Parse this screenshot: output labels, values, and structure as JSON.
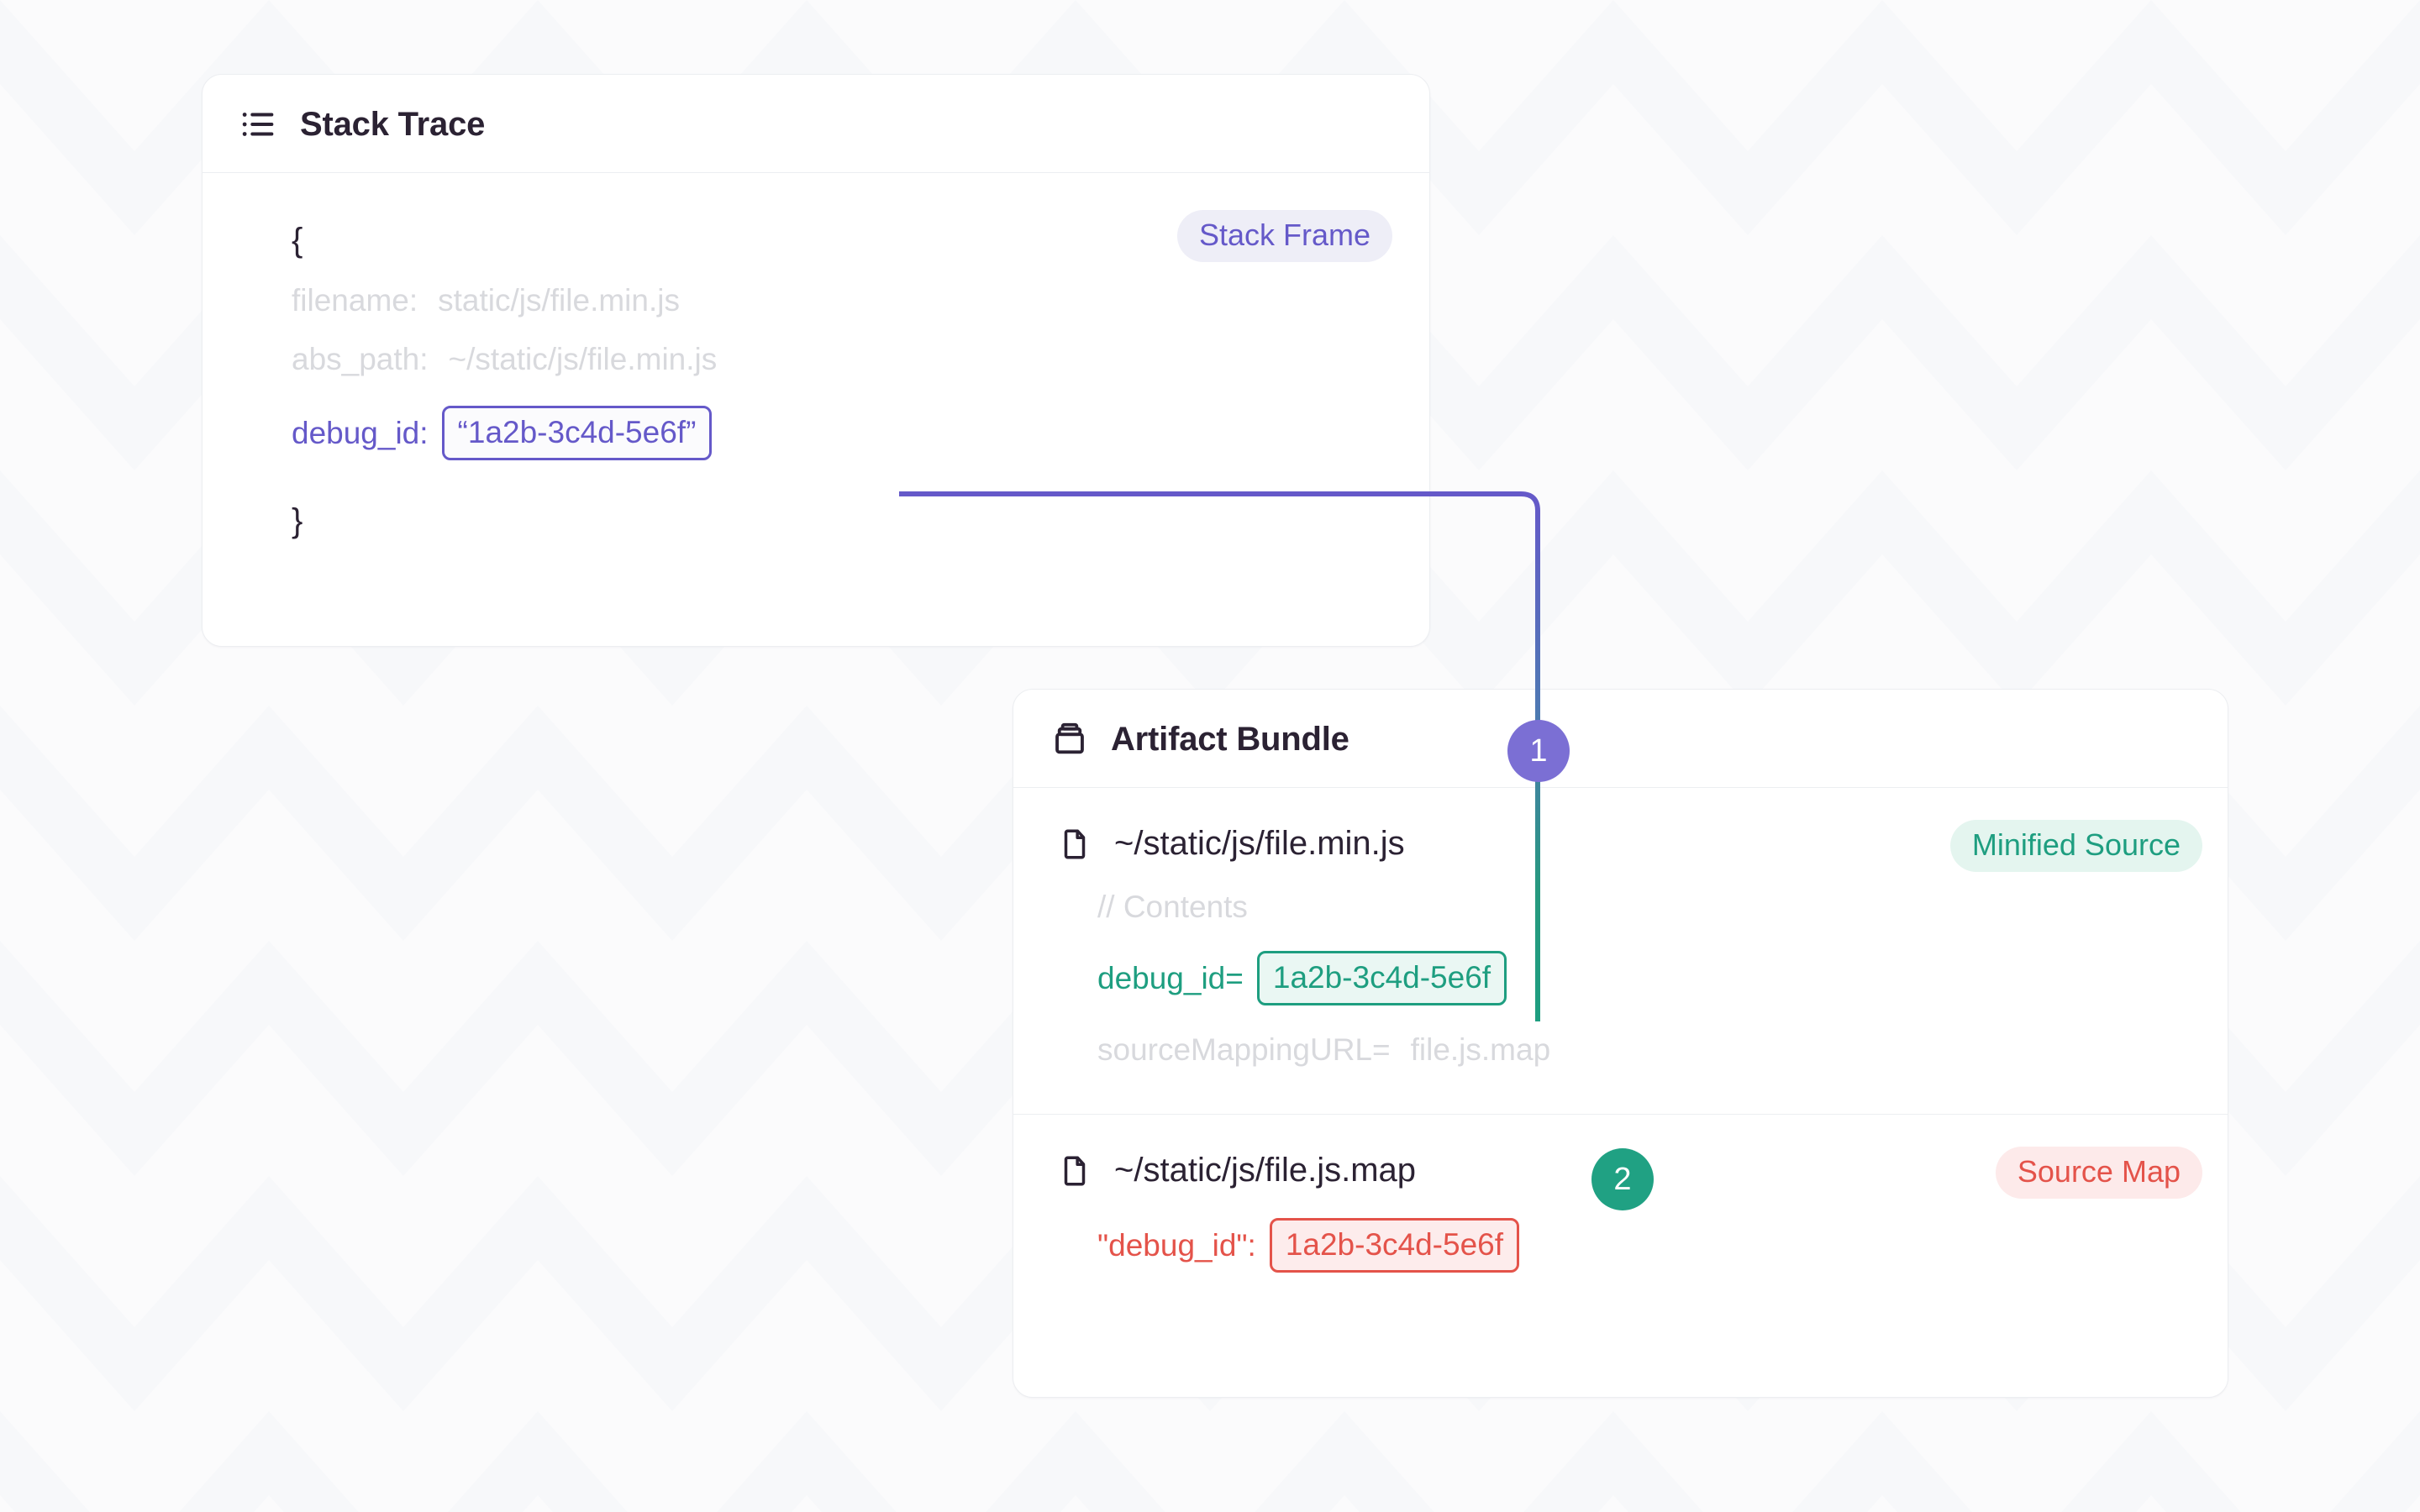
{
  "colors": {
    "background": "#f7f8fa",
    "card_bg": "#ffffff",
    "card_border": "#eceef1",
    "text_primary": "#2b2233",
    "muted": "#d8d9dd",
    "purple": "#6559c9",
    "purple_badge": "#7b6fd4",
    "purple_chip_bg": "#eeeef7",
    "green": "#1e9e80",
    "green_badge": "#20a183",
    "green_chip_bg": "#e4f5ef",
    "green_box_bg": "#eaf7f3",
    "red": "#e4534a",
    "red_chip_bg": "#fdeaea",
    "red_box_bg": "#fdecec"
  },
  "stack_trace_card": {
    "icon": "list-icon",
    "title": "Stack Trace",
    "tag": "Stack Frame",
    "brace_open": "{",
    "brace_close": "}",
    "fields": [
      {
        "key": "filename:",
        "value": "static/js/file.min.js",
        "state": "muted"
      },
      {
        "key": "abs_path:",
        "value": "~/static/js/file.min.js",
        "state": "muted"
      }
    ],
    "debug_id": {
      "key": "debug_id:",
      "value": "“1a2b-3c4d-5e6f”"
    }
  },
  "artifact_bundle_card": {
    "icon": "package-icon",
    "title": "Artifact Bundle",
    "files": [
      {
        "icon": "file-icon",
        "name": "~/static/js/file.min.js",
        "tag": "Minified Source",
        "lines": [
          {
            "text": "// Contents",
            "state": "muted"
          },
          {
            "key": "debug_id=",
            "value": "1a2b-3c4d-5e6f",
            "state": "highlight-green"
          },
          {
            "key": "sourceMappingURL=",
            "value": "file.js.map",
            "state": "muted"
          }
        ]
      },
      {
        "icon": "file-icon",
        "name": "~/static/js/file.js.map",
        "tag": "Source Map",
        "lines": [
          {
            "key": "\"debug_id\":",
            "value": "1a2b-3c4d-5e6f",
            "state": "highlight-red"
          }
        ]
      }
    ]
  },
  "steps": [
    {
      "number": "1",
      "color": "#7b6fd4",
      "describes": "stack-frame-debug-id-to-minified-source-debug-id"
    },
    {
      "number": "2",
      "color": "#20a183",
      "describes": "minified-source-debug-id-to-source-map-debug-id"
    }
  ]
}
